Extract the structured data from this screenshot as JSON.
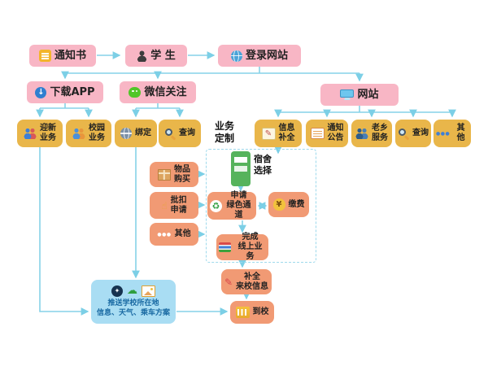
{
  "diagram": {
    "nodes": {
      "notice": {
        "label": "通知书"
      },
      "student": {
        "label": "学 生"
      },
      "login": {
        "label": "登录网站"
      },
      "download_app": {
        "label": "下载APP",
        "icon_glyph": "↓"
      },
      "wechat_follow": {
        "label": "微信关注"
      },
      "website": {
        "label": "网站"
      },
      "welcome_biz": {
        "label": "迎新\n业务"
      },
      "campus_biz": {
        "label": "校园\n业务"
      },
      "bind": {
        "label": "绑定"
      },
      "query_wechat": {
        "label": "查询"
      },
      "biz_custom": {
        "label": "业务\n定制"
      },
      "info_fill": {
        "label": "信息\n补全",
        "icon_glyph": "✎"
      },
      "notice_board": {
        "label": "通知\n公告"
      },
      "hometown": {
        "label": "老乡\n服务"
      },
      "query_web": {
        "label": "查询"
      },
      "other_web": {
        "label": "其他",
        "icon_glyph": "●●●"
      },
      "goods": {
        "label": "物品\n购买"
      },
      "deduct": {
        "label": "批扣\n申请",
        "icon_glyph": "☝"
      },
      "other_biz": {
        "label": "其他",
        "icon_glyph": "●●●"
      },
      "dorm": {
        "label": "宿舍\n选择"
      },
      "green_channel": {
        "label": "申请\n绿色通道",
        "icon_glyph": "♻"
      },
      "pay": {
        "label": "缴费",
        "icon_glyph": "¥"
      },
      "complete_online": {
        "label": "完成\n线上业务"
      },
      "fill_arrival": {
        "label": "补全\n来校信息",
        "icon_glyph": "✎"
      },
      "arrive": {
        "label": "到校"
      },
      "push_info": {
        "label": "推送学校所在地\n信息、天气、乘车方案",
        "app_glyph": "✦",
        "cloud_glyph": "☁"
      }
    },
    "edges": [
      {
        "from": "notice",
        "to": "student"
      },
      {
        "from": "student",
        "to": "login"
      },
      {
        "from": "login",
        "to": "download_app"
      },
      {
        "from": "login",
        "to": "wechat_follow"
      },
      {
        "from": "login",
        "to": "website"
      },
      {
        "from": "download_app",
        "to": "welcome_biz"
      },
      {
        "from": "download_app",
        "to": "campus_biz"
      },
      {
        "from": "wechat_follow",
        "to": "bind"
      },
      {
        "from": "wechat_follow",
        "to": "query_wechat"
      },
      {
        "from": "website",
        "to": "info_fill"
      },
      {
        "from": "website",
        "to": "notice_board"
      },
      {
        "from": "website",
        "to": "hometown"
      },
      {
        "from": "website",
        "to": "query_web"
      },
      {
        "from": "website",
        "to": "other_web"
      },
      {
        "from": "info_fill",
        "to": "dorm"
      },
      {
        "from": "goods",
        "to": "biz_custom"
      },
      {
        "from": "deduct",
        "to": "biz_custom"
      },
      {
        "from": "other_biz",
        "to": "biz_custom"
      },
      {
        "from": "dorm",
        "to": "green_channel"
      },
      {
        "from": "green_channel",
        "to": "pay",
        "bidirectional": true
      },
      {
        "from": "green_channel",
        "to": "complete_online"
      },
      {
        "from": "complete_online",
        "to": "fill_arrival"
      },
      {
        "from": "fill_arrival",
        "to": "arrive"
      },
      {
        "from": "bind",
        "to": "push_info"
      },
      {
        "from": "welcome_biz",
        "to": "push_info"
      },
      {
        "from": "push_info",
        "to": "arrive"
      }
    ],
    "colors": {
      "pink": "#f8b6c5",
      "yellow": "#e9b64a",
      "orange": "#f19a74",
      "green": "#56b35c",
      "light_blue": "#a9ddf3",
      "arrow": "#86d2e8"
    }
  }
}
